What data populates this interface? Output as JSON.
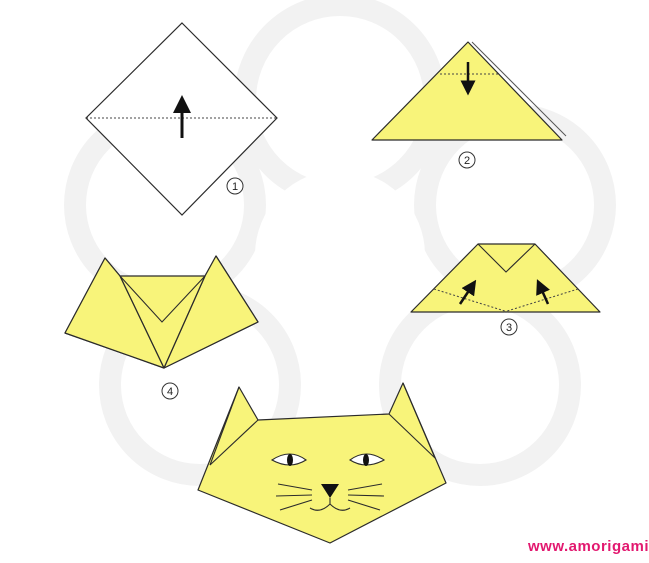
{
  "colors": {
    "paper_yellow": "#f8f47a",
    "paper_white": "#ffffff",
    "outline": "#2b2b2b",
    "watermark_flower": "#f2f2f2",
    "brand_text": "#e2186f"
  },
  "steps": [
    {
      "label": "1",
      "icon": "square-paper-diamond-with-up-arrow"
    },
    {
      "label": "2",
      "icon": "yellow-triangle-with-down-arrow"
    },
    {
      "label": "3",
      "icon": "trapezoid-with-diagonal-arrows"
    },
    {
      "label": "4",
      "icon": "folded-ears-shape"
    }
  ],
  "result": {
    "icon": "origami-cat-face"
  },
  "watermark": {
    "text": "www.amorigami"
  }
}
